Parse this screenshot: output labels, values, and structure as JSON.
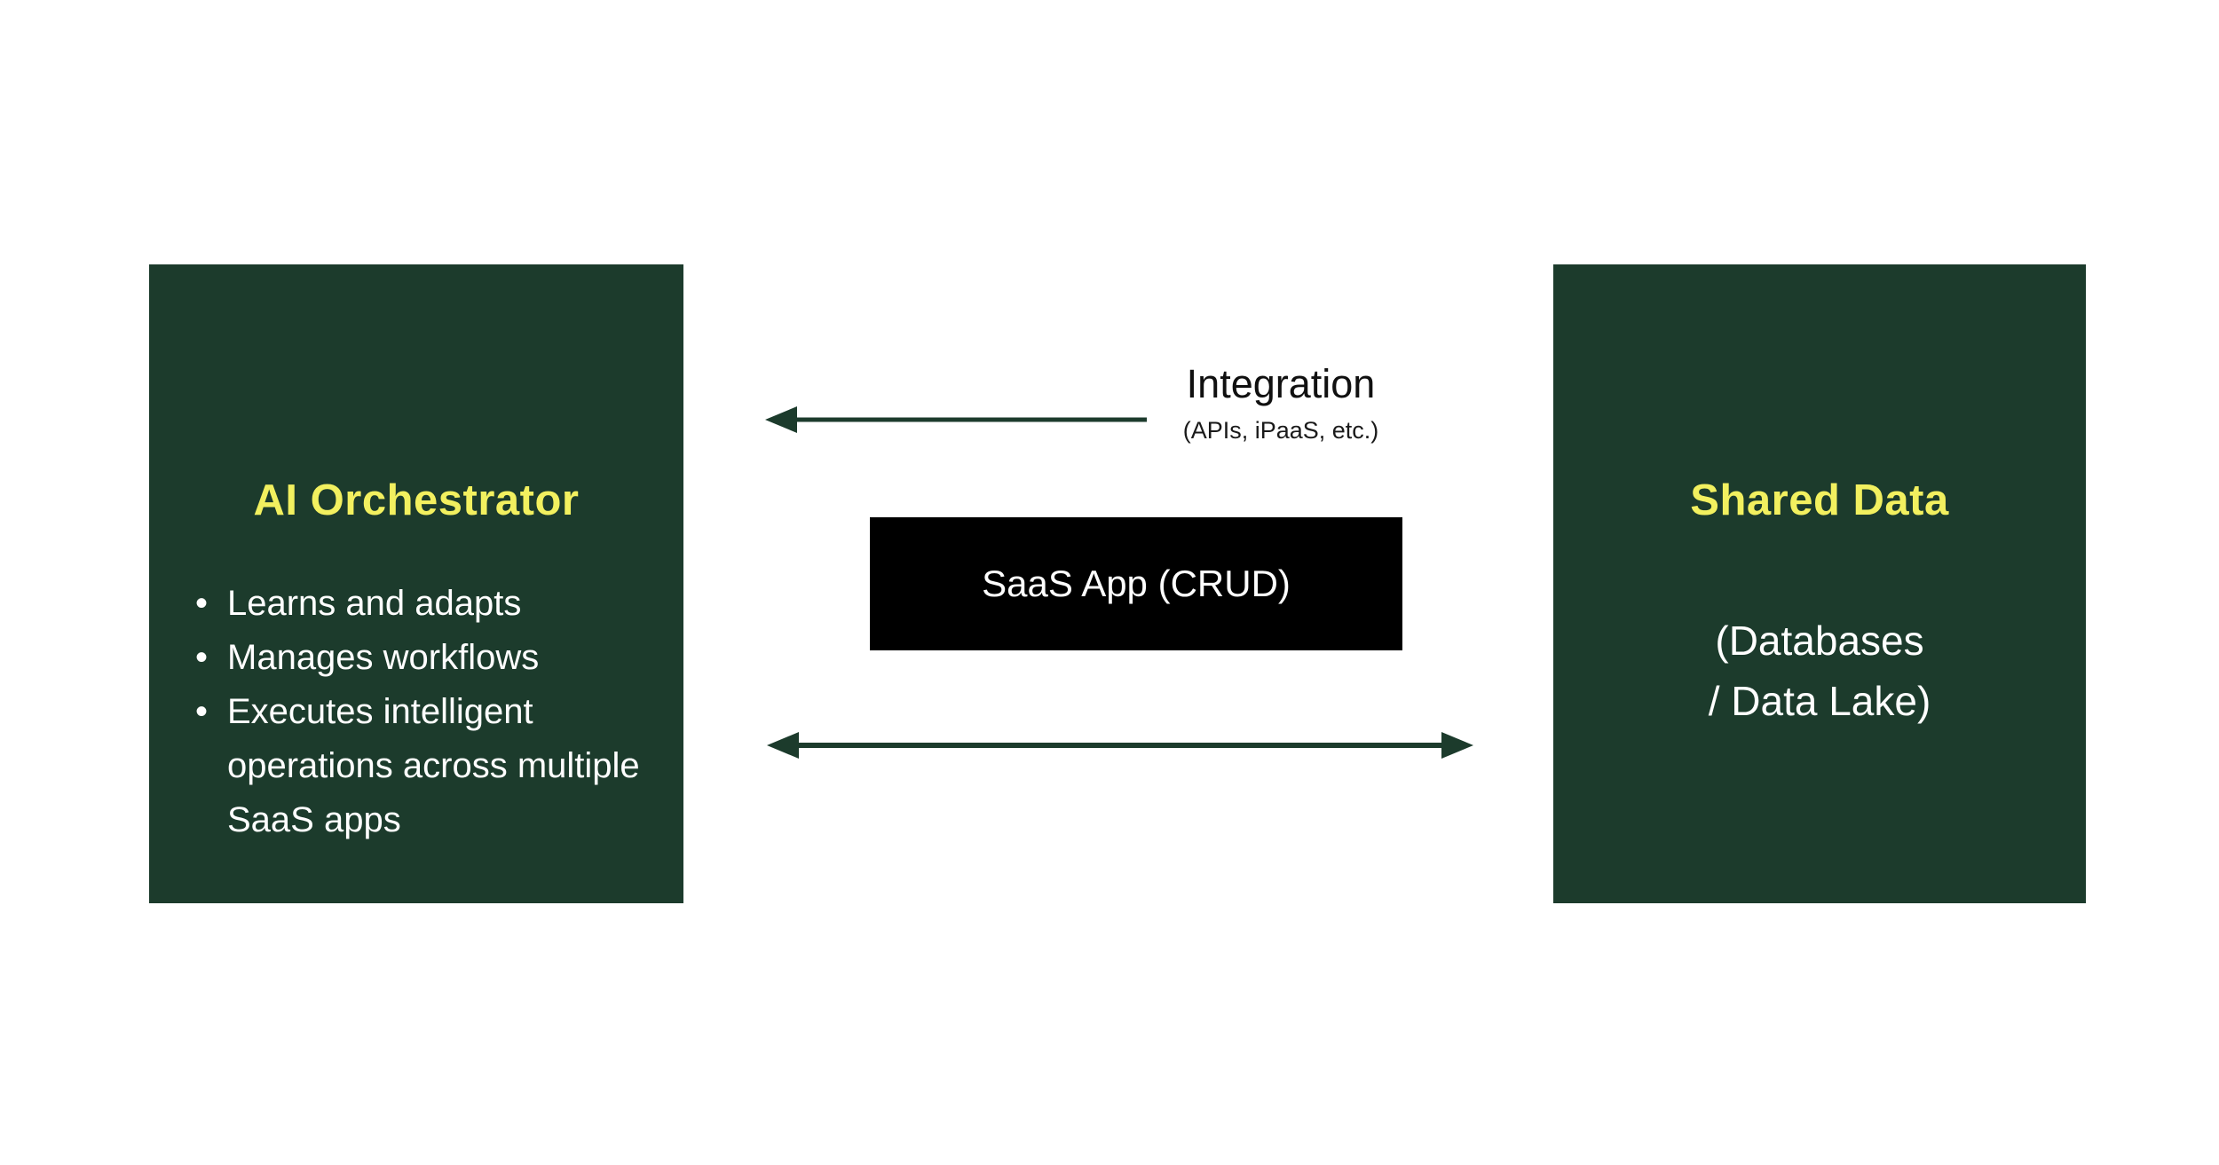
{
  "diagram": {
    "left_box": {
      "title": "AI Orchestrator",
      "bullets": [
        "Learns and adapts",
        "Manages workflows",
        "Executes intelligent operations across multiple SaaS apps"
      ]
    },
    "center": {
      "integration_title": "Integration",
      "integration_subtitle": "(APIs, iPaaS, etc.)",
      "saas_label": "SaaS App (CRUD)"
    },
    "right_box": {
      "title": "Shared Data",
      "subtitle_line1": "(Databases",
      "subtitle_line2": "/ Data Lake)"
    },
    "colors": {
      "dark_green": "#1C3B2C",
      "yellow": "#F2F05F",
      "black": "#000000",
      "white": "#FFFFFF"
    }
  }
}
